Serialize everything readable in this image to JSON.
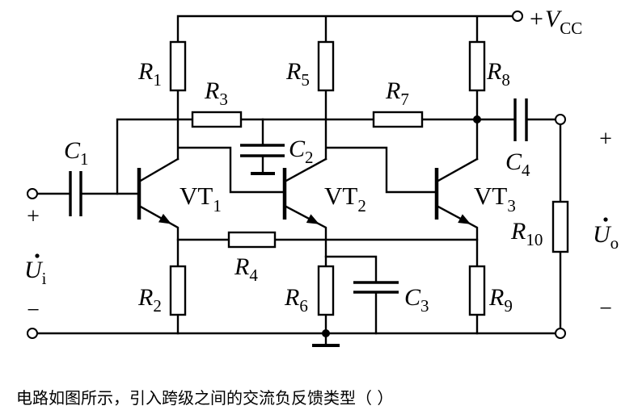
{
  "colors": {
    "ink": "#000000",
    "paper": "#ffffff"
  },
  "supply": {
    "sign": "+",
    "symbol": "V",
    "sub": "CC"
  },
  "input": {
    "plus": "+",
    "minus": "−",
    "symbol": "U",
    "sub": "i"
  },
  "output": {
    "plus": "+",
    "minus": "−",
    "symbol": "U",
    "sub": "o"
  },
  "resistors": {
    "r1": {
      "letter": "R",
      "index": "1"
    },
    "r2": {
      "letter": "R",
      "index": "2"
    },
    "r3": {
      "letter": "R",
      "index": "3"
    },
    "r4": {
      "letter": "R",
      "index": "4"
    },
    "r5": {
      "letter": "R",
      "index": "5"
    },
    "r6": {
      "letter": "R",
      "index": "6"
    },
    "r7": {
      "letter": "R",
      "index": "7"
    },
    "r8": {
      "letter": "R",
      "index": "8"
    },
    "r9": {
      "letter": "R",
      "index": "9"
    },
    "r10": {
      "letter": "R",
      "index": "10"
    }
  },
  "capacitors": {
    "c1": {
      "letter": "C",
      "index": "1"
    },
    "c2": {
      "letter": "C",
      "index": "2"
    },
    "c3": {
      "letter": "C",
      "index": "3"
    },
    "c4": {
      "letter": "C",
      "index": "4"
    }
  },
  "transistors": {
    "vt1": {
      "letter": "VT",
      "index": "1"
    },
    "vt2": {
      "letter": "VT",
      "index": "2"
    },
    "vt3": {
      "letter": "VT",
      "index": "3"
    }
  },
  "question": "电路如图所示，引入跨级之间的交流负反馈类型（ ）"
}
